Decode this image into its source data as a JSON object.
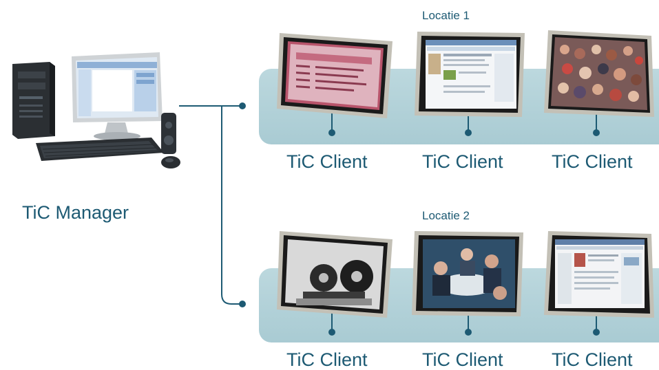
{
  "manager": {
    "label": "TiC Manager"
  },
  "locations": [
    {
      "title": "Locatie 1",
      "clients": [
        {
          "label": "TiC Client",
          "screen": "document"
        },
        {
          "label": "TiC Client",
          "screen": "web-page"
        },
        {
          "label": "TiC Client",
          "screen": "crowd-photo"
        }
      ]
    },
    {
      "title": "Locatie 2",
      "clients": [
        {
          "label": "TiC Client",
          "screen": "film-reels-photo"
        },
        {
          "label": "TiC Client",
          "screen": "meeting-photo"
        },
        {
          "label": "TiC Client",
          "screen": "web-page"
        }
      ]
    }
  ],
  "colors": {
    "accent": "#1d5a73",
    "band": "#b6d4da",
    "line": "#1d5a73"
  }
}
